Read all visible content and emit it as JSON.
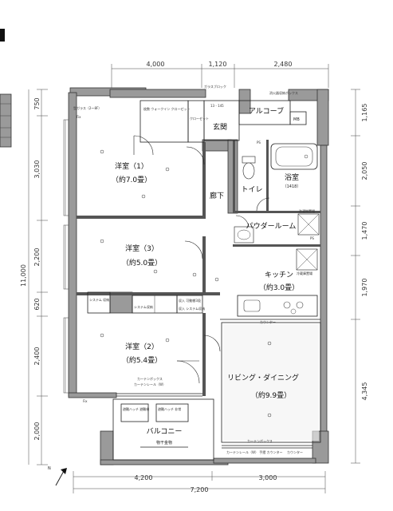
{
  "dimensions": {
    "top": [
      "4,000",
      "1,120",
      "2,480"
    ],
    "bottom_split": [
      "4,200",
      "3,000"
    ],
    "bottom_total": "7,200",
    "left": [
      "750",
      "3,030",
      "2,200",
      "620",
      "2,400",
      "2,000"
    ],
    "left_total": "11,000",
    "right": [
      "1,165",
      "2,050",
      "1,470",
      "1,970",
      "4,345"
    ]
  },
  "rooms": {
    "western1": {
      "name": "洋室（1）",
      "area": "（約7.0畳）"
    },
    "western3": {
      "name": "洋室（3）",
      "area": "（約5.0畳）"
    },
    "western2": {
      "name": "洋室（2）",
      "area": "（約5.4畳）"
    },
    "kitchen": {
      "name": "キッチン",
      "area": "（約3.0畳）"
    },
    "living": {
      "name": "リビング・ダイニング",
      "area": "（約9.9畳）"
    },
    "bath": {
      "name": "浴室",
      "area": "（1418）"
    },
    "alcove": "アルコーブ",
    "entrance": "玄関",
    "hallway": "廊下",
    "toilet": "トイレ",
    "powder": "パウダールーム",
    "balcony": "バルコニー",
    "laundry_pole": "物干金物"
  },
  "labels": {
    "glass_top": "型ガラス（2～8F）",
    "fix_top": "Fix",
    "glass_block": "ガラスブロック",
    "meter_box": "消火器収納ボックス",
    "mb": "MB",
    "walkin": "枚数 ウォークイン クローゼット",
    "closet": "クローゼット",
    "ps1": "PS",
    "ps2": "PS",
    "washer": "洗濯機置場",
    "refrigerator": "冷蔵庫置場",
    "counter1": "カウンター",
    "counter2": "カウンター",
    "curtain_box1": "カーテンボックス",
    "curtain_box2": "カーテンボックス",
    "curtain_rail1": "カーテンレール（W）",
    "curtain_rail2": "カーテンレール（W） 手摺 カウンター",
    "system_storage1": "システム 収納",
    "system_storage2": "システム収納",
    "storage_a": "収入 可動棚3段",
    "storage_b": "収入 システム収納",
    "hatch1": "避難ハッチ 避難梯",
    "hatch2": "避難ハッチ 非常",
    "fix_bottom": "Fix",
    "height_note": "13 - 145",
    "north": "N"
  }
}
